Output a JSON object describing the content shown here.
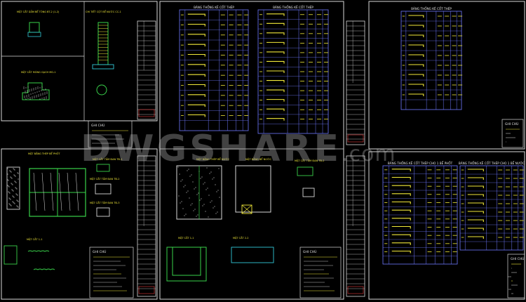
{
  "watermark": {
    "main": "DWGSHARE",
    "suffix": ".com"
  },
  "colors": {
    "background": "#000000",
    "frame": "#d8d8d8",
    "line_green": "#39d24a",
    "line_cyan": "#32c8d8",
    "line_yellow": "#f2e93a",
    "line_red": "#e43a3a",
    "table_line": "#6f78ff",
    "text_white": "#e8e8e8"
  },
  "drawing": {
    "note_heading": "GHI CHÚ",
    "tables": {
      "steel_schedule": "BẢNG THỐNG KÊ CỐT THÉP",
      "steel_schedule_with_drain": "BẢNG THỐNG KÊ CỐT THÉP CHO 1 BỂ PHỐT",
      "steel_schedule_water_tank": "BẢNG THỐNG KÊ CỐT THÉP CHO 1 BỂ NƯỚC"
    },
    "sheet1_labels": [
      "MẶT CẮT DẦM BỂ TÔNG BT-2 (1-2)",
      "CHI TIẾT CỘT BỂ NƯỚC CC-1",
      "MẶT CẮT MÓNG GẠCH MG-1"
    ],
    "sheet2_labels": [
      "MẶT BẰNG THÉP BỂ PHỐT",
      "MẶT CẮT TẤM ĐAN TĐ-1",
      "MẶT CẮT TẤM ĐAN TĐ-2",
      "MẶT CẮT TẤM ĐAN TĐ-3",
      "MẶT CẮT 1-1"
    ],
    "sheet3_labels": [
      "MẶT BẰNG THÉP BỂ NƯỚC",
      "MẶT BẰNG BỂ NƯỚC",
      "MẶT CẮT 1-1",
      "MẶT CẮT 2-2",
      "MẶT CẮT TẤM ĐAN TĐ-2"
    ]
  }
}
